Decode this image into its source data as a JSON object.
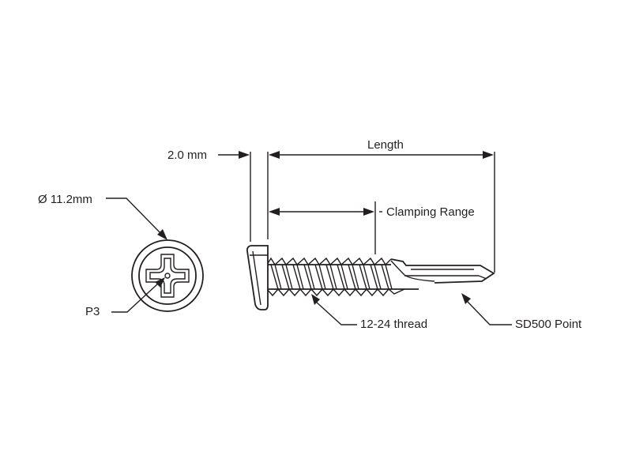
{
  "labels": {
    "diameter": "Ø 11.2mm",
    "drive": "P3",
    "head_thickness": "2.0 mm",
    "length": "Length",
    "clamping_range": "Clamping Range",
    "thread": "12-24 thread",
    "point": "SD500 Point"
  },
  "colors": {
    "line": "#231f20",
    "background": "#ffffff"
  }
}
